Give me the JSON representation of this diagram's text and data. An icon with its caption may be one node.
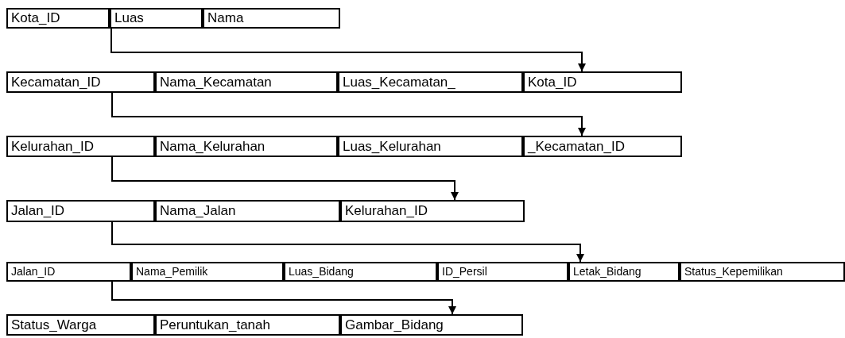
{
  "diagram": {
    "nodes": [
      {
        "text": [
          "Kota_ID"
        ]
      },
      {
        "text": [
          "Luas"
        ]
      },
      {
        "text": [
          "Nama"
        ]
      },
      {
        "text": [
          "Kecamatan_ID"
        ]
      },
      {
        "text": [
          "Nama_Kecamatan"
        ]
      },
      {
        "text": [
          "Luas_Kecamatan_"
        ]
      },
      {
        "text": [
          "Kota_ID"
        ]
      },
      {
        "text": [
          "Kelurahan_ID"
        ]
      },
      {
        "text": [
          "Nama_Kelurahan"
        ]
      },
      {
        "text": [
          "Luas_Kelurahan"
        ]
      },
      {
        "text": [
          "_Kecamatan_ID"
        ]
      },
      {
        "text": [
          "Jalan_ID"
        ]
      },
      {
        "text": [
          "Nama_Jalan"
        ]
      },
      {
        "text": [
          "Kelurahan_ID"
        ]
      },
      {
        "text": [
          "Jalan_ID"
        ]
      },
      {
        "text": [
          "Nama_Pemilik"
        ]
      },
      {
        "text": [
          "Luas_Bidang"
        ]
      },
      {
        "text": [
          "ID_Persil"
        ]
      },
      {
        "text": [
          "Letak_Bidang"
        ]
      },
      {
        "text": [
          "Status_Kepemilikan"
        ]
      },
      {
        "text": [
          "Status_Warga"
        ]
      },
      {
        "text": [
          "Peruntukan_tanah"
        ]
      },
      {
        "text": [
          "Gambar_Bidang"
        ]
      }
    ],
    "edges": [
      {
        "from": 0,
        "to": 6,
        "arrow": "to"
      },
      {
        "from": 3,
        "to": 10,
        "arrow": "to"
      },
      {
        "from": 7,
        "to": 13,
        "arrow": "to"
      },
      {
        "from": 11,
        "to": 18,
        "arrow": "to"
      },
      {
        "from": 14,
        "to": 22,
        "arrow": "to"
      }
    ]
  }
}
